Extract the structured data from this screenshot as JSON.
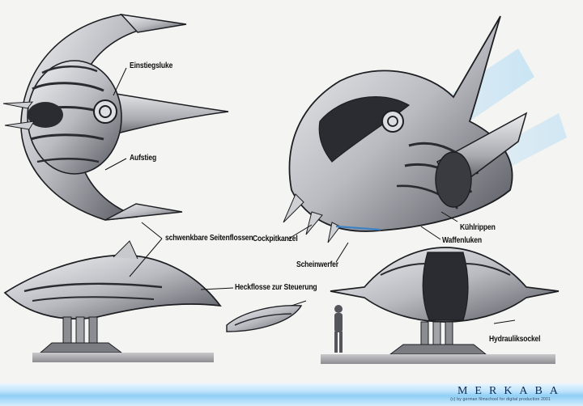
{
  "labels": {
    "einstiegsluke": "Einstiegsluke",
    "aufstieg": "Aufstieg",
    "schwenkbare_seitenflossen": "schwenkbare Seitenflossen",
    "heckflosse": "Heckflosse zur Steuerung",
    "cockpitkanzel": "Cockpitkanzel",
    "scheinwerfer": "Scheinwerfer",
    "kuehlrippen": "Kühlrippen",
    "waffenluken": "Waffenluken",
    "hydrauliksockel": "Hydrauliksockel"
  },
  "banner": {
    "title": "MERKABA",
    "credit": "(c) by german filmschool for digital production 2001"
  },
  "colors": {
    "paper": "#f4f4f2",
    "ink": "#111111",
    "hull_light": "#d9dadd",
    "hull_dark": "#3a3b40",
    "banner_blue": "#8fcff6"
  }
}
